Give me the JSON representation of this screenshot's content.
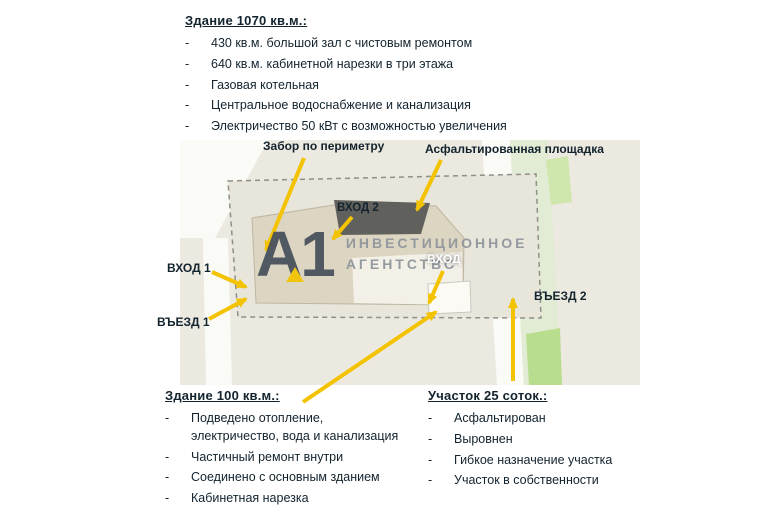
{
  "bullet": "-",
  "colors": {
    "accent_yellow": "#F3C301",
    "text_dark": "#13232E",
    "map_background": "#ECE9E0",
    "roof_dark": "#60605C"
  },
  "top_block": {
    "title": "Здание 1070 кв.м.:",
    "items": [
      "430 кв.м. большой зал с чистовым ремонтом",
      "640 кв.м. кабинетной нарезки в три этажа",
      "Газовая котельная",
      "Центральное водоснабжение и канализация",
      "Электричество 50 кВт с возможностью увеличения"
    ]
  },
  "map": {
    "labels": {
      "fence": "Забор по периметру",
      "asphalt": "Асфальтированная площадка",
      "entrance2": "ВХОД 2",
      "entrance1": "ВХОД 1",
      "gate1": "ВЪЕЗД 1",
      "entrance_small": "ВХОД",
      "gate2": "ВЪЕЗД 2"
    },
    "watermark": {
      "logo": "А1",
      "line1": "ИНВЕСТИЦИОННОЕ",
      "line2": "АГЕНТСТВО"
    }
  },
  "bottom_left": {
    "title": "Здание 100 кв.м.:",
    "items": [
      "Подведено отопление, электричество, вода и канализация",
      "Частичный ремонт внутри",
      "Соединено с основным зданием",
      "Кабинетная нарезка"
    ]
  },
  "bottom_right": {
    "title": "Участок 25 соток.:",
    "items": [
      "Асфальтирован",
      "Выровнен",
      "Гибкое назначение участка",
      "Участок в собственности"
    ]
  }
}
